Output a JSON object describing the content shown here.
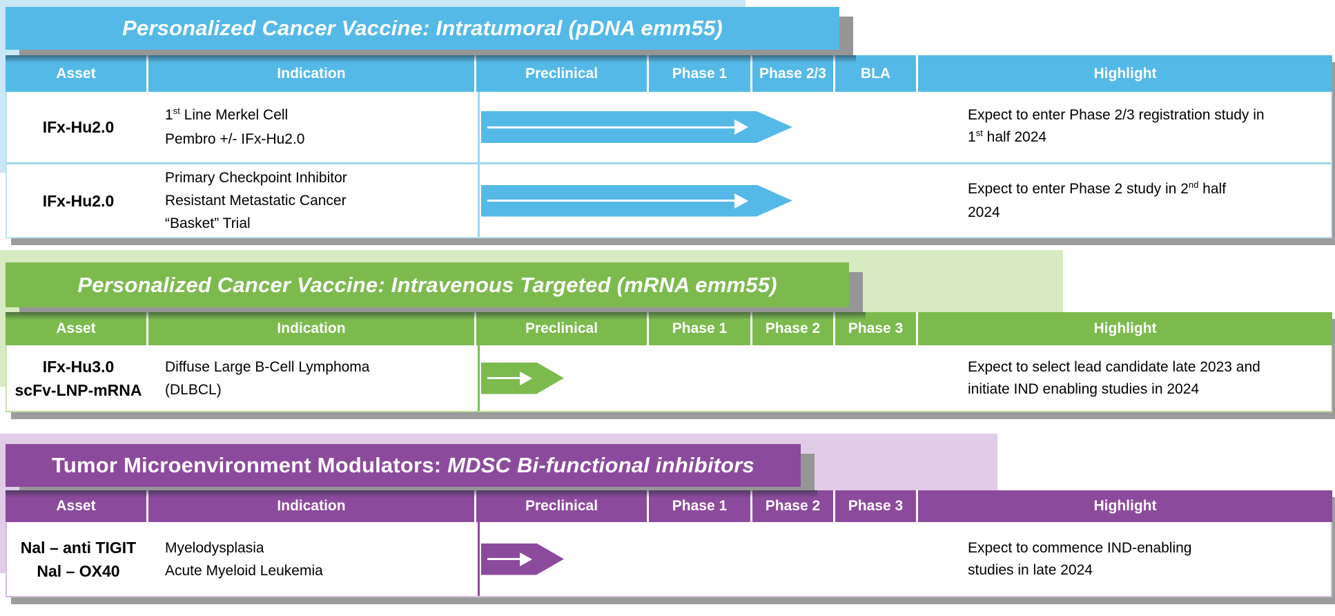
{
  "sections": [
    {
      "name": "intratumoral",
      "theme": {
        "main": "#55B9E8",
        "light": "#C9E7F6",
        "divider": "#9FD8F0",
        "shadow": "#969696"
      },
      "title": "Personalized Cancer Vaccine: Intratumoral (pDNA emm55)",
      "columns": [
        "Asset",
        "Indication",
        "Preclinical",
        "Phase 1",
        "Phase 2/3",
        "BLA",
        "Highlight"
      ],
      "rows": [
        {
          "asset": "IFx-Hu2.0",
          "indication": [
            {
              "pre": "1",
              "sup": "st",
              "post": " Line Merkel Cell"
            },
            {
              "pre": "Pembro +/- IFx-Hu2.0"
            }
          ],
          "arrow": "phase-2-3-progress-arrow",
          "highlight": [
            {
              "pre": "Expect to enter Phase 2/3 registration study in"
            },
            {
              "pre": "1",
              "sup": "st",
              "post": " half 2024"
            }
          ]
        },
        {
          "asset": "IFx-Hu2.0",
          "indication": [
            {
              "pre": "Primary Checkpoint Inhibitor"
            },
            {
              "pre": "Resistant Metastatic Cancer"
            },
            {
              "pre": "“Basket” Trial"
            }
          ],
          "arrow": "phase-2-3-progress-arrow",
          "highlight": [
            {
              "pre": "Expect to enter Phase 2 study in 2",
              "sup": "nd",
              "post": " half"
            },
            {
              "pre": "2024"
            }
          ]
        }
      ]
    },
    {
      "name": "intravenous-targeted",
      "theme": {
        "main": "#7CBA4E",
        "light": "#D8EAC2",
        "divider": "#7CBA4E",
        "shadow": "#969696"
      },
      "title": "Personalized Cancer Vaccine: Intravenous Targeted (mRNA emm55)",
      "columns": [
        "Asset",
        "Indication",
        "Preclinical",
        "Phase 1",
        "Phase 2",
        "Phase 3",
        "Highlight"
      ],
      "rows": [
        {
          "asset_line1": "IFx-Hu3.0",
          "asset_line2": "scFv-LNP-mRNA",
          "indication": [
            {
              "pre": "Diffuse Large B-Cell Lymphoma"
            },
            {
              "pre": "(DLBCL)"
            }
          ],
          "arrow": "preclinical-progress-arrow",
          "highlight": [
            {
              "pre": "Expect to select lead candidate late 2023 and"
            },
            {
              "pre": "initiate IND enabling studies in 2024"
            }
          ]
        }
      ]
    },
    {
      "name": "tumor-microenvironment-modulators",
      "theme": {
        "main": "#8C4A9D",
        "light": "#E1CCE7",
        "divider": "#8C4A9D",
        "shadow": "#969696"
      },
      "title_part1": "Tumor Microenvironment Modulators: ",
      "title_part2": "MDSC Bi-functional inhibitors",
      "columns": [
        "Asset",
        "Indication",
        "Preclinical",
        "Phase 1",
        "Phase 2",
        "Phase 3",
        "Highlight"
      ],
      "rows": [
        {
          "asset_line1": "Nal – anti TIGIT",
          "asset_line2": "Nal – OX40",
          "indication": [
            {
              "pre": "Myelodysplasia"
            },
            {
              "pre": "Acute Myeloid Leukemia"
            }
          ],
          "arrow": "preclinical-progress-arrow",
          "highlight": [
            {
              "pre": "Expect to commence IND-enabling"
            },
            {
              "pre": "studies in late 2024"
            }
          ]
        }
      ]
    }
  ]
}
